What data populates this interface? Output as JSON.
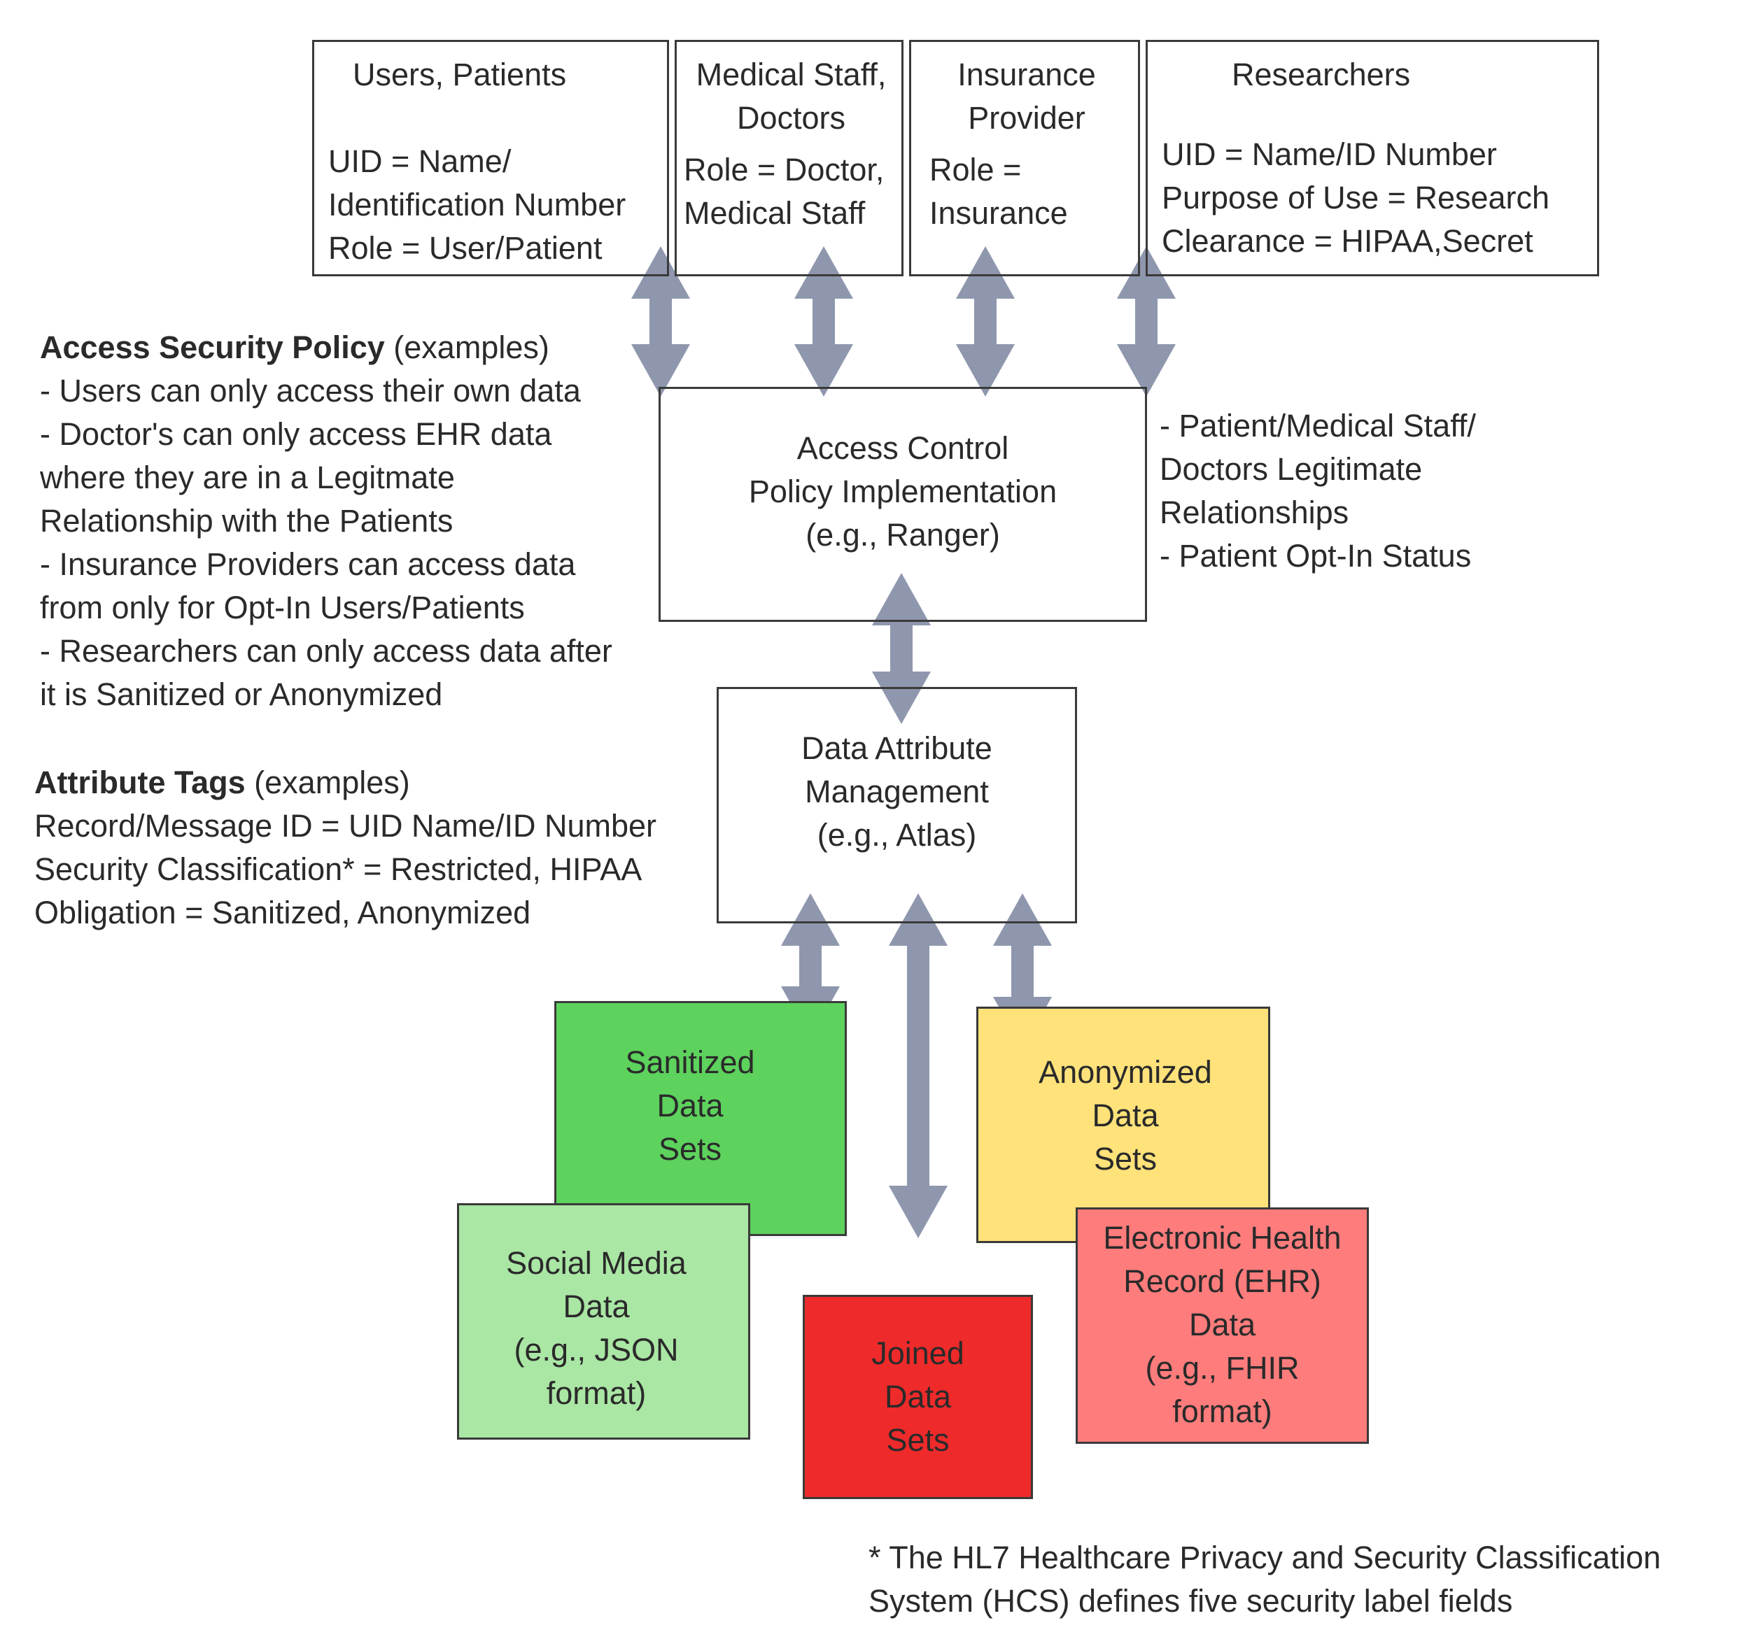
{
  "actors": [
    {
      "title": [
        "Users, Patients"
      ],
      "lines": [
        "UID = Name/",
        "Identification Number",
        "Role = User/Patient"
      ]
    },
    {
      "title": [
        "Medical Staff,",
        "Doctors"
      ],
      "lines": [
        "Role = Doctor,",
        "Medical Staff"
      ]
    },
    {
      "title": [
        "Insurance",
        "Provider"
      ],
      "lines": [
        "Role =",
        "Insurance"
      ]
    },
    {
      "title": [
        "Researchers"
      ],
      "lines": [
        "UID = Name/ID Number",
        "Purpose of Use = Research",
        "Clearance = HIPAA,Secret"
      ]
    }
  ],
  "access_policy": {
    "heading_bold": "Access Security Policy",
    "heading_rest": " (examples)",
    "lines": [
      "- Users can only access their own data",
      "- Doctor's can only access EHR data",
      "where they are in a Legitmate",
      "Relationship with the Patients",
      "- Insurance Providers can access data",
      "from only for Opt-In Users/Patients",
      "- Researchers can only access data after",
      "it is Sanitized or Anonymized"
    ]
  },
  "acp_box": {
    "lines": [
      "Access Control",
      "Policy Implementation",
      "(e.g., Ranger)"
    ]
  },
  "relationships": {
    "lines": [
      "- Patient/Medical Staff/",
      "Doctors Legitimate",
      "Relationships",
      "- Patient Opt-In Status"
    ]
  },
  "attribute_tags": {
    "heading_bold": "Attribute Tags",
    "heading_rest": " (examples)",
    "lines": [
      "Record/Message ID = UID Name/ID Number",
      "Security Classification* =  Restricted, HIPAA",
      "Obligation = Sanitized, Anonymized"
    ]
  },
  "dam_box": {
    "lines": [
      "Data Attribute",
      "Management",
      "(e.g., Atlas)"
    ]
  },
  "datasets": {
    "sanitized": {
      "lines": [
        "Sanitized",
        "Data",
        "Sets"
      ]
    },
    "social": {
      "lines": [
        "Social Media",
        "Data",
        "(e.g., JSON",
        "format)"
      ]
    },
    "joined": {
      "lines": [
        "Joined",
        "Data",
        "Sets"
      ]
    },
    "anonymized": {
      "lines": [
        "Anonymized",
        "Data",
        "Sets"
      ]
    },
    "ehr": {
      "lines": [
        "Electronic Health",
        "Record (EHR)",
        "Data",
        "(e.g., FHIR",
        "format)"
      ]
    }
  },
  "footnote": {
    "lines": [
      "* The HL7 Healthcare Privacy and Security Classification",
      "System (HCS) defines five security label fields"
    ]
  },
  "colors": {
    "arrow": "#8e97ad",
    "sanitized": "#5dd25d",
    "social": "#aae6a4",
    "joined": "#ee2a2a",
    "anonymized": "#ffe27a",
    "ehr": "#ff7c7c"
  }
}
